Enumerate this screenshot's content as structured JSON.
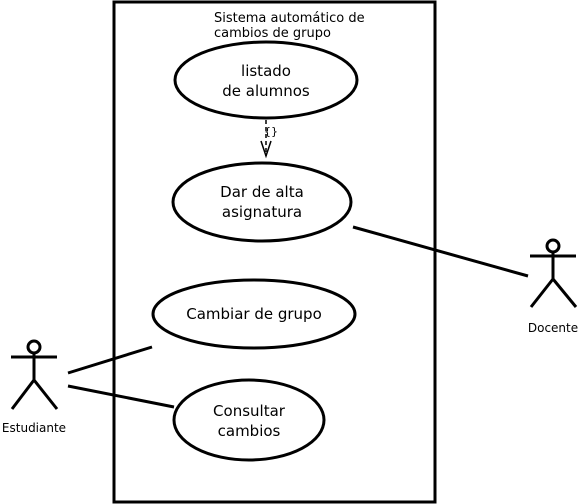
{
  "system": {
    "title_line1": "Sistema automático de",
    "title_line2": "cambios de grupo"
  },
  "use_cases": {
    "listado": {
      "line1": "listado",
      "line2": "de alumnos"
    },
    "alta": {
      "line1": "Dar de alta",
      "line2": "asignatura"
    },
    "cambiar": {
      "line1": "Cambiar de grupo"
    },
    "consultar": {
      "line1": "Consultar",
      "line2": "cambios"
    }
  },
  "dependency": {
    "label": "{}"
  },
  "actors": {
    "estudiante": {
      "name": "Estudiante"
    },
    "docente": {
      "name": "Docente"
    }
  }
}
